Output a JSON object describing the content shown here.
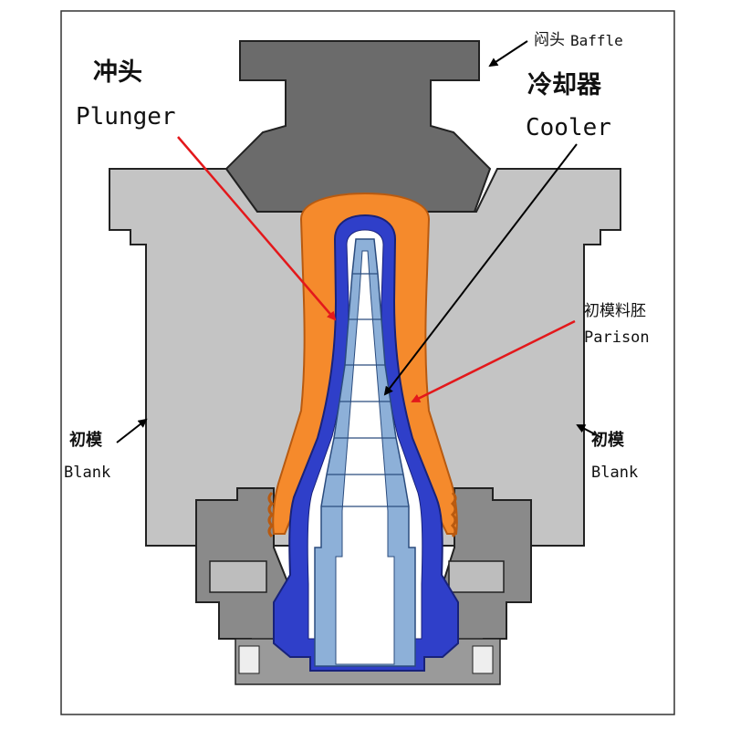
{
  "labels": {
    "baffle_cn": "闷头",
    "baffle_en": "Baffle",
    "plunger_cn": "冲头",
    "plunger_en": "Plunger",
    "cooler_cn": "冷却器",
    "cooler_en": "Cooler",
    "parison_cn": "初模料胚",
    "parison_en": "Parison",
    "blank_left_cn": "初模",
    "blank_left_en": "Blank",
    "blank_right_cn": "初模",
    "blank_right_en": "Blank"
  },
  "colors": {
    "mold_gray": "#c4c4c4",
    "baffle_gray": "#6b6b6b",
    "parison_orange": "#f58a2c",
    "plunger_blue": "#2f3fc9",
    "cooler_light_blue": "#8db0d8",
    "arrow_red": "#e3181b",
    "arrow_black": "#000000"
  }
}
